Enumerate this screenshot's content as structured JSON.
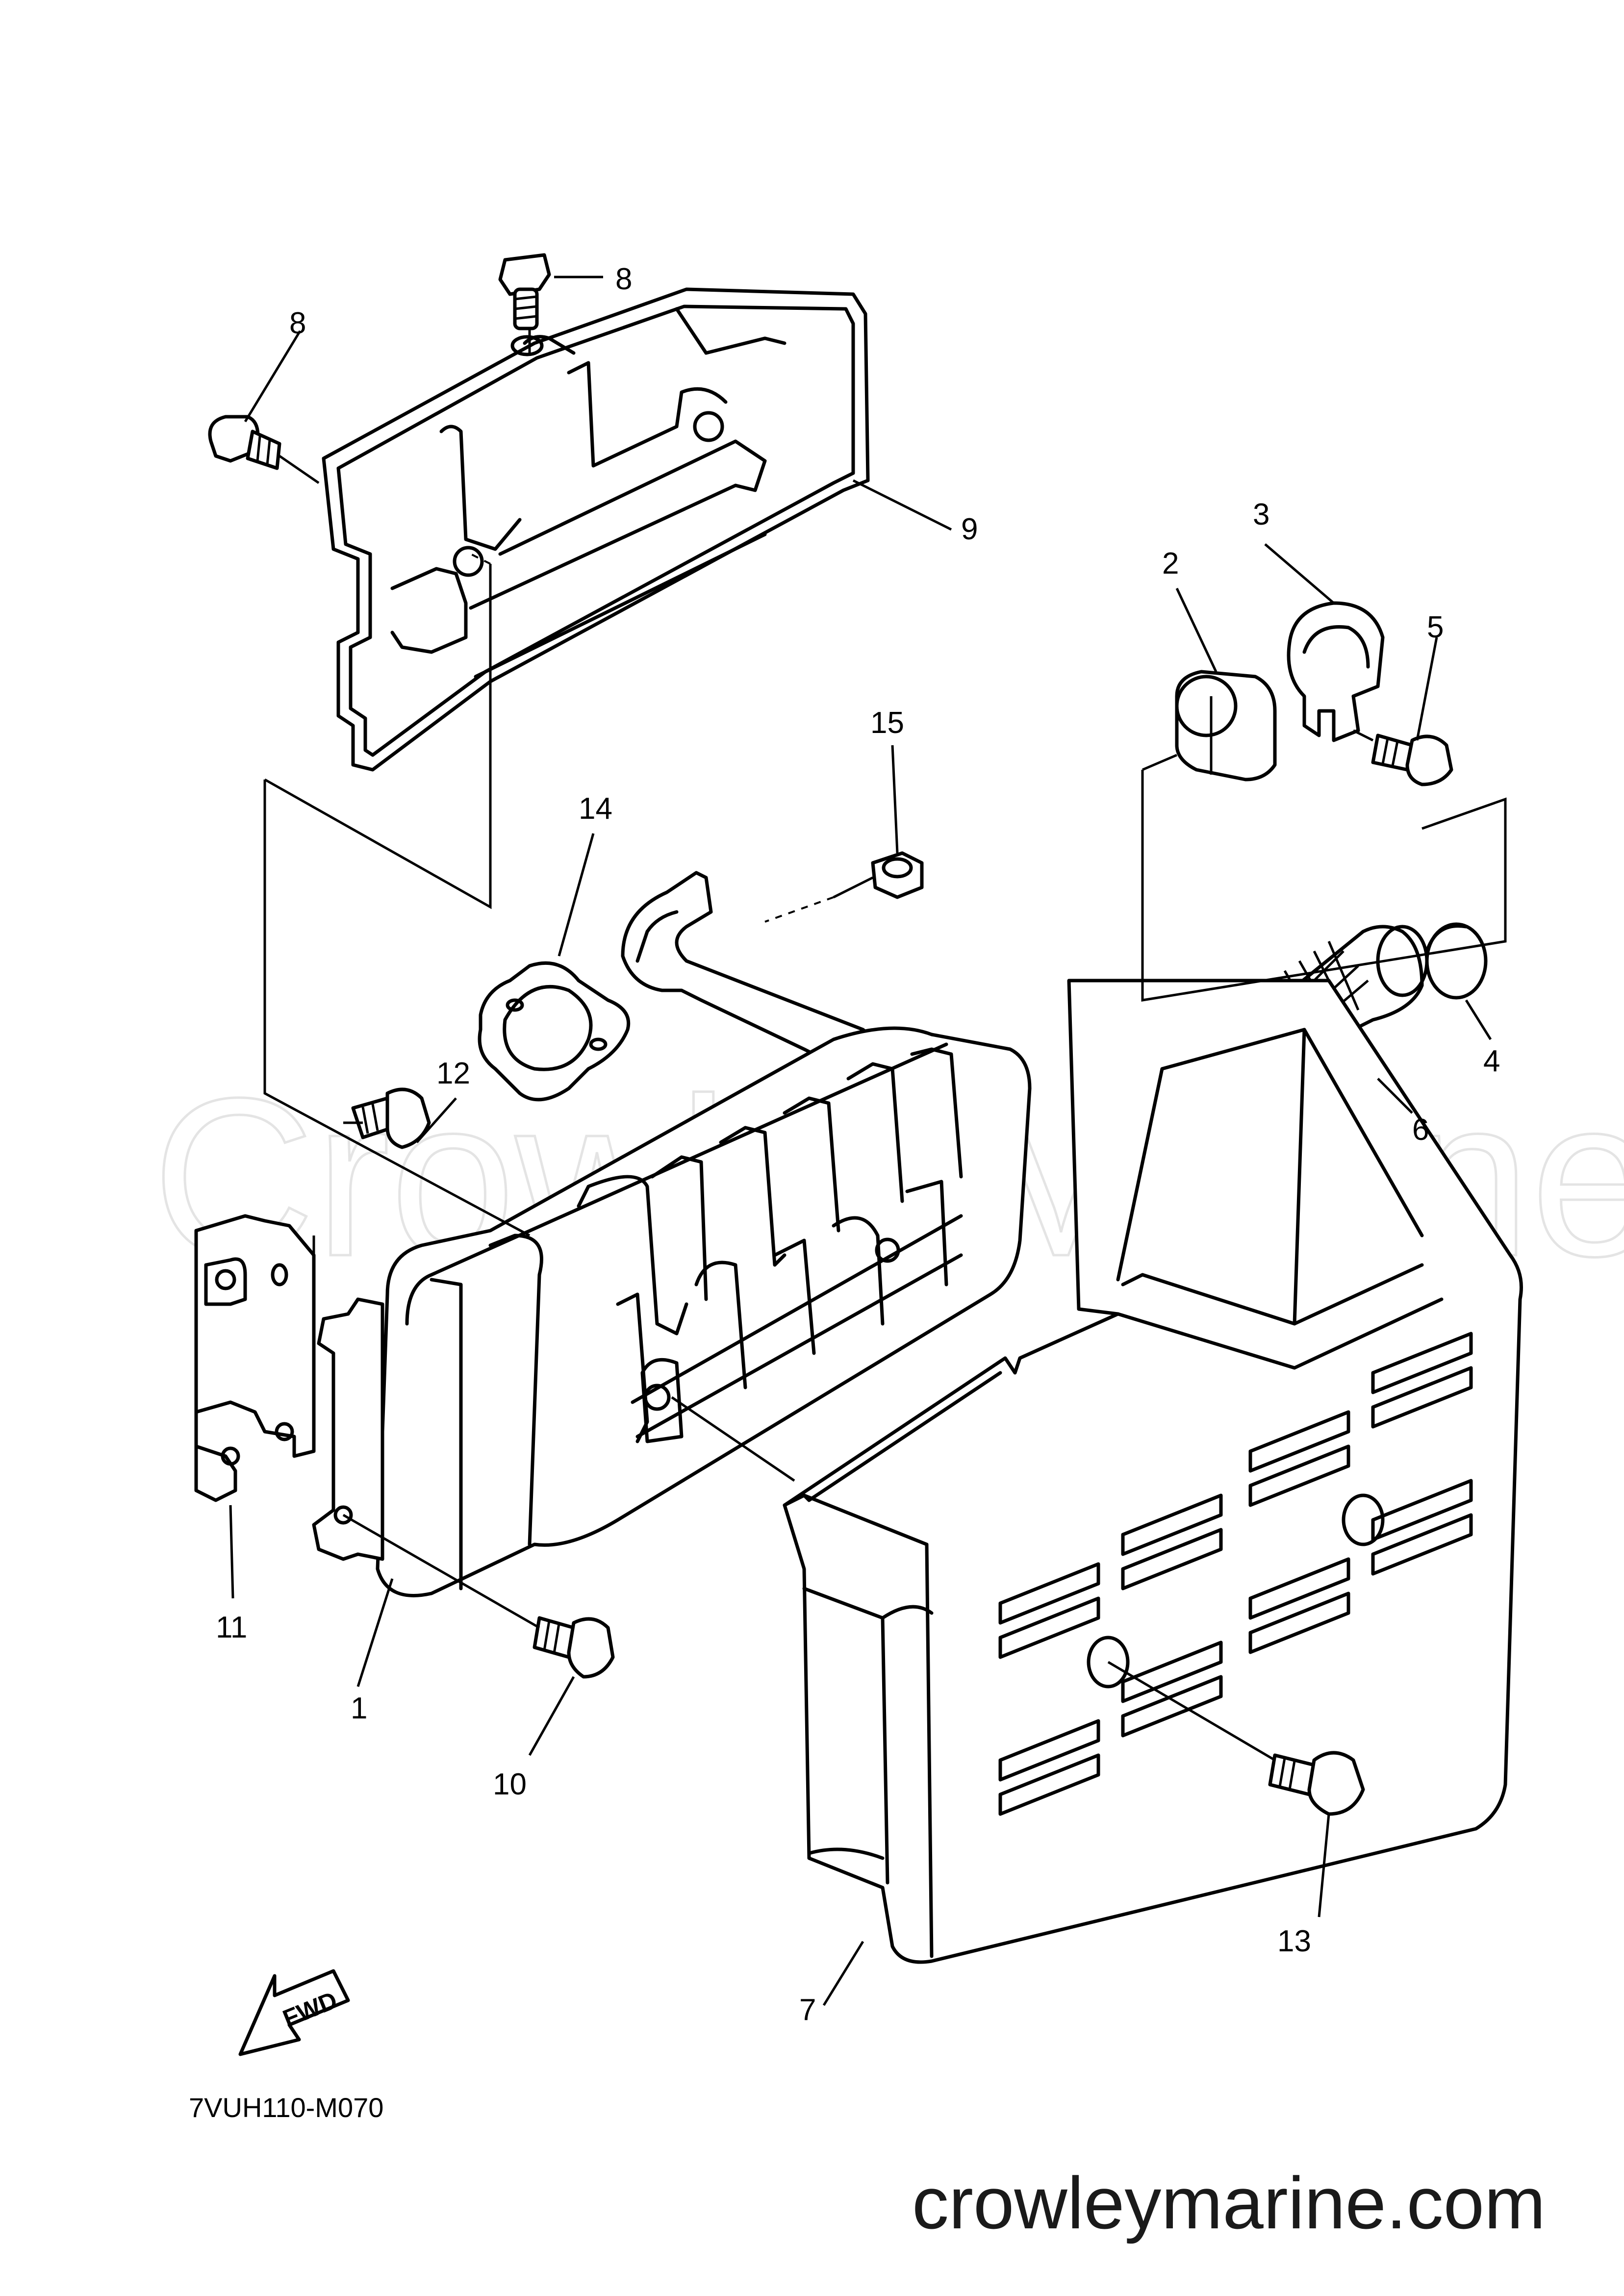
{
  "diagram": {
    "drawing_code": "7VUH110-M070",
    "website": "crowleymarine.com",
    "watermark": "CrowleyMarine",
    "direction_marker": "FWD",
    "callouts": [
      {
        "id": "c1",
        "label": "1"
      },
      {
        "id": "c2",
        "label": "2"
      },
      {
        "id": "c3",
        "label": "3"
      },
      {
        "id": "c4",
        "label": "4"
      },
      {
        "id": "c5",
        "label": "5"
      },
      {
        "id": "c6",
        "label": "6"
      },
      {
        "id": "c7",
        "label": "7"
      },
      {
        "id": "c8a",
        "label": "8"
      },
      {
        "id": "c8b",
        "label": "8"
      },
      {
        "id": "c9",
        "label": "9"
      },
      {
        "id": "c10",
        "label": "10"
      },
      {
        "id": "c11",
        "label": "11"
      },
      {
        "id": "c12",
        "label": "12"
      },
      {
        "id": "c13",
        "label": "13"
      },
      {
        "id": "c14",
        "label": "14"
      },
      {
        "id": "c15",
        "label": "15"
      }
    ]
  }
}
